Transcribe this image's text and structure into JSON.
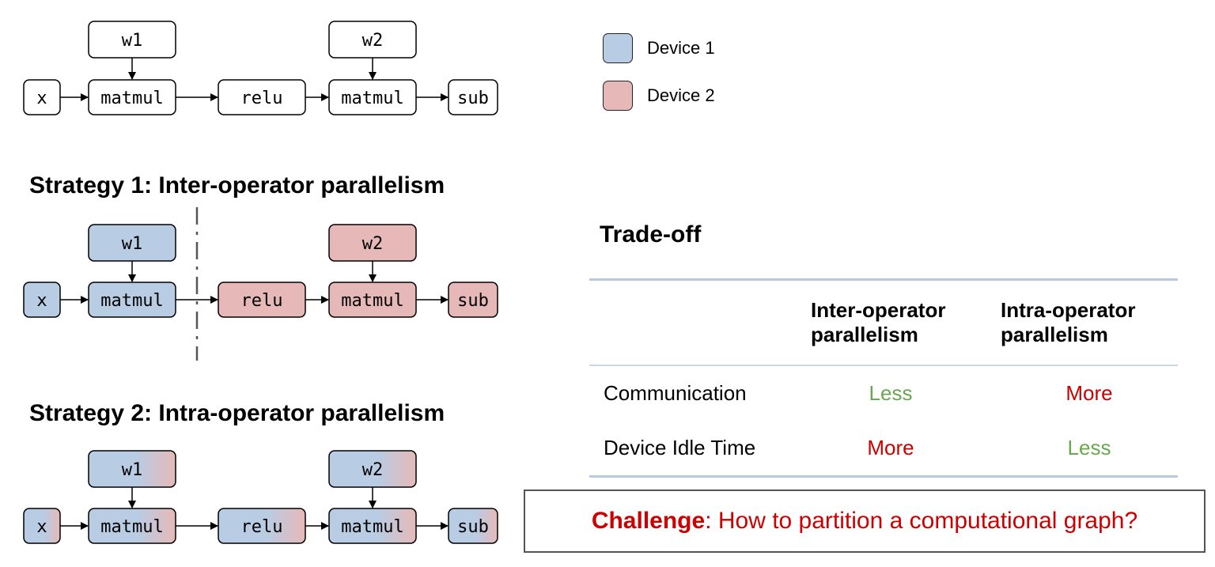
{
  "nodes": {
    "w1": "w1",
    "w2": "w2",
    "x": "x",
    "matmul": "matmul",
    "relu": "relu",
    "sub": "sub"
  },
  "colors": {
    "device1": "#b8cce4",
    "device2": "#e6b9b8",
    "less": "#6aa84f",
    "more": "#cc0000",
    "challenge": "#cc0000"
  },
  "legend": [
    {
      "label": "Device 1",
      "color": "#b8cce4"
    },
    {
      "label": "Device 2",
      "color": "#e6b9b8"
    }
  ],
  "strategies": {
    "s1": "Strategy 1: Inter-operator parallelism",
    "s2": "Strategy 2: Intra-operator parallelism"
  },
  "tradeoff": {
    "title": "Trade-off",
    "headers": {
      "inter_line1": "Inter-operator",
      "inter_line2": "parallelism",
      "intra_line1": "Intra-operator",
      "intra_line2": "parallelism"
    },
    "rows": [
      {
        "label": "Communication",
        "inter": "Less",
        "intra": "More"
      },
      {
        "label": "Device Idle Time",
        "inter": "More",
        "intra": "Less"
      }
    ]
  },
  "challenge": {
    "keyword": "Challenge",
    "text": ": How to partition a computational graph?"
  }
}
